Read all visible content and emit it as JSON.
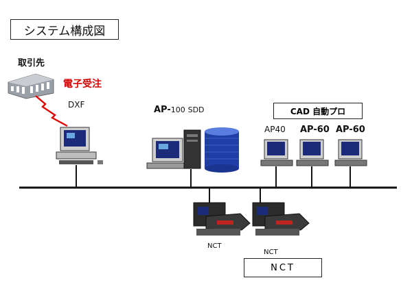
{
  "title": "システム構成図",
  "partner": {
    "label": "取引先",
    "edi": "電子受注",
    "format": "DXF"
  },
  "server": {
    "label_main": "AP-",
    "label_num": "100",
    "label_tail": "SDD"
  },
  "cad_group": {
    "title": "CAD 自動プロ",
    "terminals": [
      "AP40",
      "AP-60",
      "AP-60"
    ]
  },
  "machines": {
    "labels": [
      "NCT",
      "NCT"
    ],
    "group_label": "NCT"
  }
}
